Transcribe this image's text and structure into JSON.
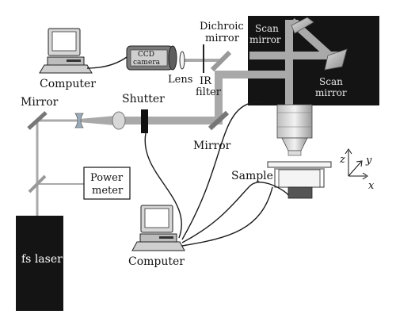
{
  "labels": {
    "computer_top": "Computer",
    "ccd_line1": "CCD",
    "ccd_line2": "camera",
    "lens": "Lens",
    "ir_line1": "IR",
    "ir_line2": "filter",
    "dichroic_line1": "Dichroic",
    "dichroic_line2": "mirror",
    "scan_top_line1": "Scan",
    "scan_top_line2": "mirror",
    "scan_right_line1": "Scan",
    "scan_right_line2": "mirror",
    "mirror_left": "Mirror",
    "shutter": "Shutter",
    "mirror_mid": "Mirror",
    "power_line1": "Power",
    "power_line2": "meter",
    "sample": "Sample",
    "axis_z": "z",
    "axis_y": "y",
    "axis_x": "x",
    "laser": "fs laser",
    "computer_bottom": "Computer"
  },
  "colors": {
    "beam": "#a9a9a9",
    "box_dark": "#141414",
    "line": "#1a1a1a"
  }
}
